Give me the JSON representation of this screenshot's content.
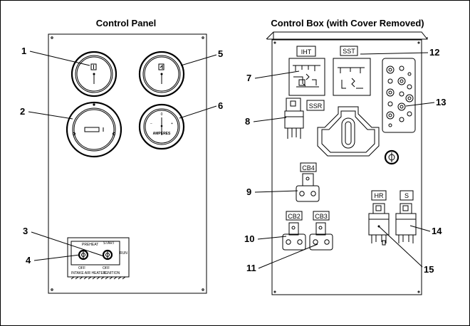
{
  "panel_titles": {
    "left": "Control Panel",
    "right": "Control Box (with Cover Removed)"
  },
  "callouts": [
    "1",
    "2",
    "3",
    "4",
    "5",
    "6",
    "7",
    "8",
    "9",
    "10",
    "11",
    "12",
    "13",
    "14",
    "15"
  ],
  "component_labels": {
    "iht": "IHT",
    "sst": "SST",
    "ssr": "SSR",
    "cb4": "CB4",
    "cb2": "CB2",
    "cb3": "CB3",
    "hr": "HR",
    "s": "S"
  },
  "switch_plate": {
    "preheat": "PREHEAT",
    "start": "START",
    "run": "RUN",
    "off_left": "OFF",
    "off_right": "OFF",
    "intake_label": "INTAKE AIR HEATER",
    "ignition_label": "IGNITION"
  },
  "ammeter_label": "AMPERES"
}
